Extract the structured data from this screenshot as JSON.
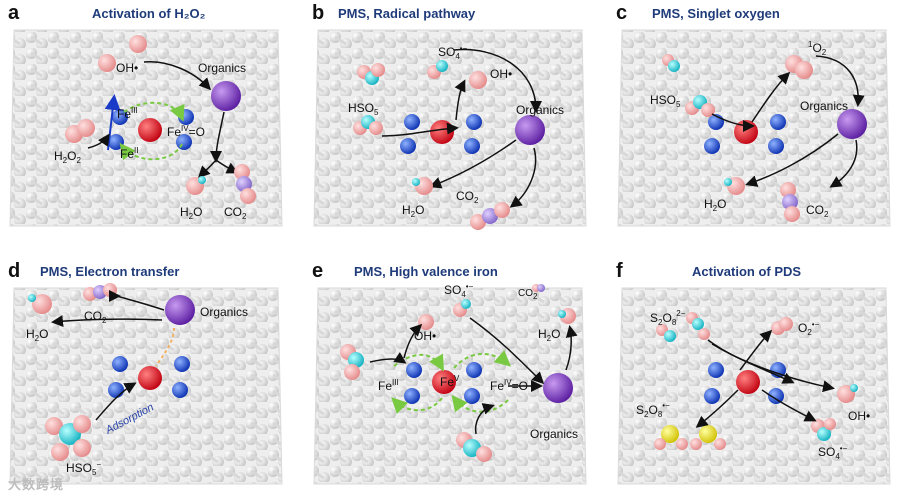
{
  "panels": [
    {
      "letter": "a",
      "title": "Activation of H₂O₂"
    },
    {
      "letter": "b",
      "title": "PMS, Radical pathway"
    },
    {
      "letter": "c",
      "title": "PMS, Singlet oxygen"
    },
    {
      "letter": "d",
      "title": "PMS, Electron transfer"
    },
    {
      "letter": "e",
      "title": "PMS, High valence iron"
    },
    {
      "letter": "f",
      "title": "Activation of PDS"
    }
  ],
  "labels": {
    "a": {
      "oh": "OH•",
      "organics": "Organics",
      "fe3": "Fe",
      "fe3_sup": "III",
      "fe4": "Fe",
      "fe4_sup": "IV",
      "fe4_tail": "=O",
      "fe2": "Fe",
      "fe2_sup": "II",
      "h2o2": "H",
      "h2o2_sub1": "2",
      "h2o2_mid": "O",
      "h2o2_sub2": "2",
      "h2o": "H",
      "h2o_sub": "2",
      "h2o_tail": "O",
      "co2": "CO",
      "co2_sub": "2"
    },
    "b": {
      "so4": "SO",
      "so4_sub": "4",
      "so4_sup": "•−",
      "oh": "OH•",
      "hso5": "HSO",
      "hso5_sub": "5",
      "organics": "Organics",
      "h2o": "H",
      "h2o_sub": "2",
      "h2o_tail": "O",
      "co2": "CO",
      "co2_sub": "2"
    },
    "c": {
      "o2": "O",
      "o2_pre": "1",
      "o2_sub": "2",
      "hso5": "HSO",
      "hso5_sub": "5",
      "organics": "Organics",
      "h2o": "H",
      "h2o_sub": "2",
      "h2o_tail": "O",
      "co2": "CO",
      "co2_sub": "2"
    },
    "d": {
      "organics": "Organics",
      "h2o": "H",
      "h2o_sub": "2",
      "h2o_tail": "O",
      "co2": "CO",
      "co2_sub": "2",
      "adsorption": "Adsorption",
      "hso5": "HSO",
      "hso5_sub": "5",
      "hso5_sup": "−"
    },
    "e": {
      "so4": "SO",
      "so4_sub": "4",
      "so4_sup": "•−",
      "co2": "CO",
      "co2_sub": "2",
      "oh": "OH•",
      "h2o": "H",
      "h2o_sub": "2",
      "h2o_tail": "O",
      "fe3": "Fe",
      "fe3_sup": "III",
      "fe5": "Fe",
      "fe5_sup": "V",
      "fe4": "Fe",
      "fe4_sup": "IV",
      "fe4_tail": "=O",
      "organics": "Organics"
    },
    "f": {
      "s2o8": "S",
      "s2o8_sub1": "2",
      "s2o8_mid": "O",
      "s2o8_sub2": "8",
      "s2o8_sup": "2−",
      "o2": "O",
      "o2_sub": "2",
      "o2_sup": "•−",
      "s2o8b": "S",
      "s2o8b_sub1": "2",
      "s2o8b_mid": "O",
      "s2o8b_sub2": "8",
      "s2o8b_sup": "•−",
      "oh": "OH•",
      "so4": "SO",
      "so4_sub": "4",
      "so4_sup": "•−"
    }
  },
  "watermark": "大数跨境",
  "colors": {
    "title": "#1f3b7a",
    "fe": "#e0101c",
    "nitrogen": "#1a46d8",
    "organics": "#7b35c8",
    "oxygen": "#f0a0a0",
    "sulfur": "#f0e020",
    "hydrogen": "#38d0d8",
    "carbon": "#a98ee0"
  }
}
